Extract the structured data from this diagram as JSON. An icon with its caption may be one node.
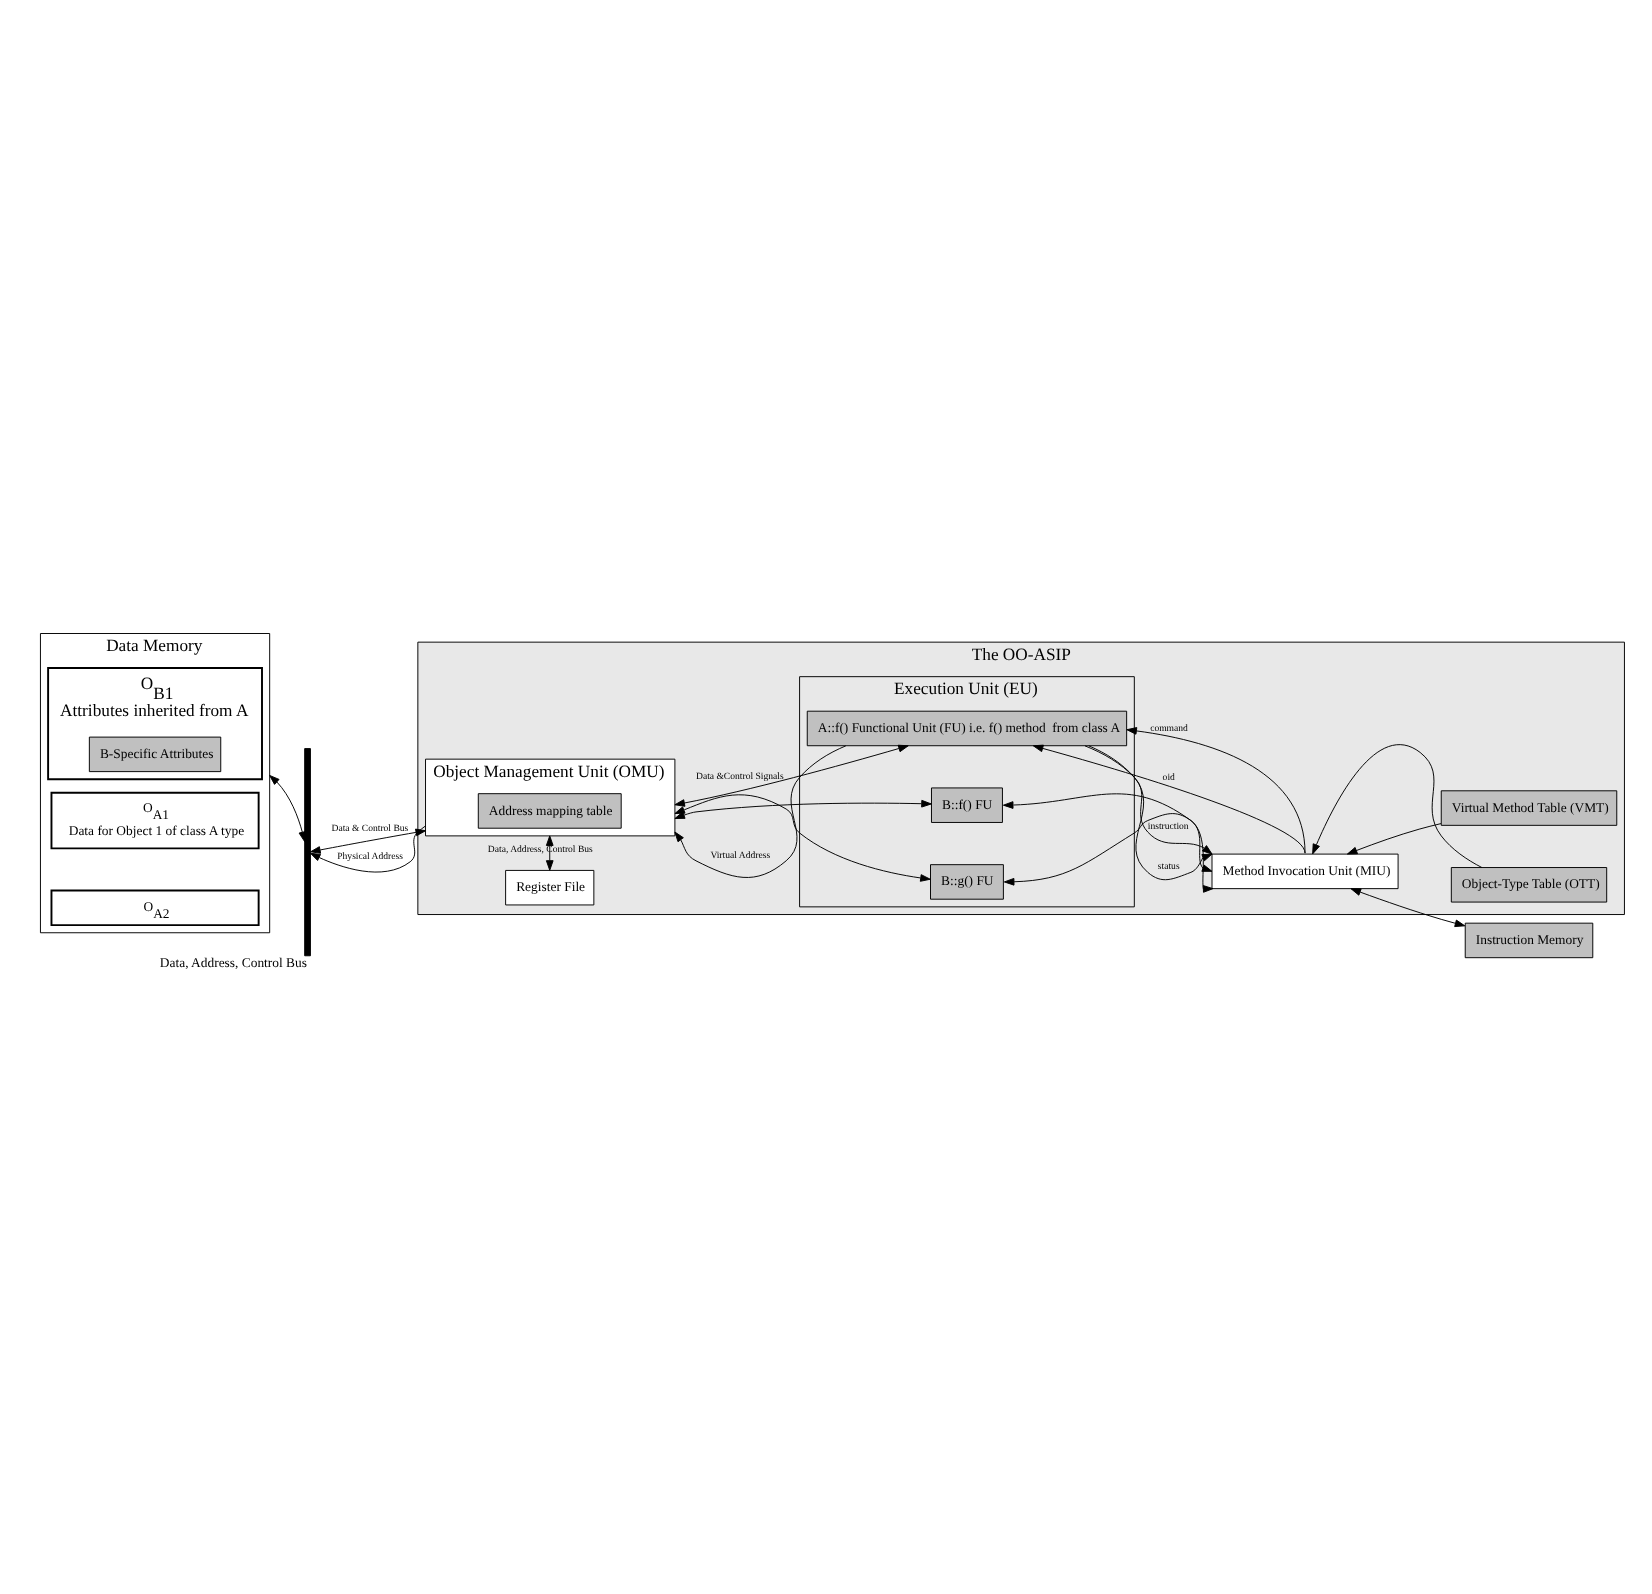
{
  "diagram": {
    "nodes": [
      {
        "text": [
          "Data Memory"
        ]
      },
      {
        "text": [
          "O$_{A1}$",
          "Data for Object 1 of class A type"
        ],
        "in": 0
      },
      {
        "text": [
          "O$_{A2}$"
        ],
        "in": 0
      },
      {
        "text": [
          "O$_{B1}$",
          "Attributes inherited from A"
        ],
        "in": 0
      },
      {
        "text": [
          "B-Specific Attributes"
        ],
        "in": 3
      },
      {
        "text": [],
        "shape": "bar",
        "beside": [
          "Data, Address, Control Bus"
        ]
      },
      {
        "text": [
          "The OO-ASIP"
        ]
      },
      {
        "text": [
          "Object Management Unit (OMU)"
        ],
        "in": 6
      },
      {
        "text": [
          "Address mapping table"
        ],
        "in": 7
      },
      {
        "text": [
          "Execution Unit (EU)"
        ],
        "in": 6
      },
      {
        "text": [
          "A::f() Functional Unit (FU) i.e. f() method  from class A"
        ],
        "in": 9
      },
      {
        "text": [
          "B::f() FU"
        ],
        "in": 9
      },
      {
        "text": [
          "B::g() FU"
        ],
        "in": 9
      },
      {
        "text": [
          "Method Invocation Unit (MIU)"
        ],
        "in": 6
      },
      {
        "text": [
          "Virtual Method Table (VMT)"
        ],
        "in": 6
      },
      {
        "text": [
          "Object-Type Table (OTT)"
        ],
        "in": 6
      },
      {
        "text": [
          "Register File"
        ],
        "in": 6
      },
      {
        "text": [
          "Instruction Memory"
        ]
      }
    ],
    "edges": [
      {
        "from": 0,
        "to": 5,
        "arrow": "both"
      },
      {
        "from": 7,
        "to": 5,
        "arrow": "both",
        "label": "Data & Control Bus"
      },
      {
        "from": 7,
        "to": 5,
        "arrow": "to",
        "label": "Physical Address"
      },
      {
        "from": 17,
        "to": 13,
        "arrow": "both"
      },
      {
        "from": 10,
        "to": 7,
        "arrow": "to",
        "label": "Virtual Address"
      },
      {
        "from": 10,
        "to": 7,
        "arrow": "both",
        "label": "Data &Control Signals"
      },
      {
        "from": 11,
        "to": 7,
        "arrow": "both"
      },
      {
        "from": 12,
        "to": 7,
        "arrow": "both"
      },
      {
        "from": 13,
        "to": 10,
        "arrow": "to",
        "label": "oid"
      },
      {
        "from": 13,
        "to": 10,
        "arrow": "to",
        "label": "command"
      },
      {
        "from": 10,
        "to": 13,
        "arrow": "to",
        "label": "status"
      },
      {
        "from": 10,
        "to": 13,
        "arrow": "to",
        "label": "instruction"
      },
      {
        "from": 11,
        "to": 13,
        "arrow": "both"
      },
      {
        "from": 12,
        "to": 13,
        "arrow": "both"
      },
      {
        "from": 14,
        "to": 13,
        "arrow": "to"
      },
      {
        "from": 15,
        "to": 13,
        "arrow": "to"
      },
      {
        "from": 7,
        "to": 16,
        "arrow": "both",
        "label": "Data, Address, Control Bus"
      }
    ]
  }
}
